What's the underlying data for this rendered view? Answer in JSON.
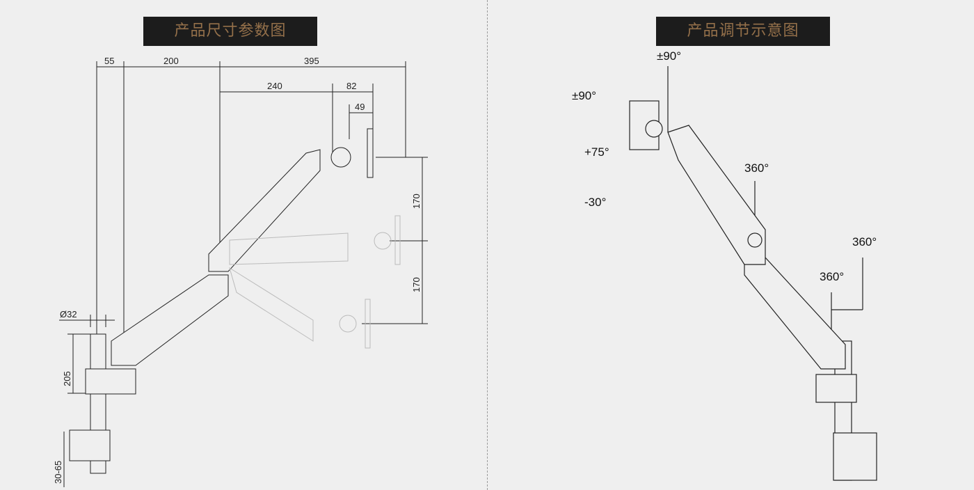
{
  "left_panel": {
    "title": "产品尺寸参数图",
    "dimensions": {
      "d55": "55",
      "d200": "200",
      "d395": "395",
      "d240": "240",
      "d82": "82",
      "d49": "49",
      "d170a": "170",
      "d170b": "170",
      "d32": "Ø32",
      "d205": "205",
      "d30_65": "30-65"
    }
  },
  "right_panel": {
    "title": "产品调节示意图",
    "angles": {
      "top_swivel": "±90°",
      "left_rotate": "±90°",
      "tilt_up": "+75°",
      "tilt_down": "-30°",
      "elbow": "360°",
      "upper_pole": "360°",
      "lower_pole": "360°"
    }
  },
  "colors": {
    "title_bg": "#1c1c1c",
    "title_text": "#94704a",
    "page_bg": "#efefef"
  }
}
